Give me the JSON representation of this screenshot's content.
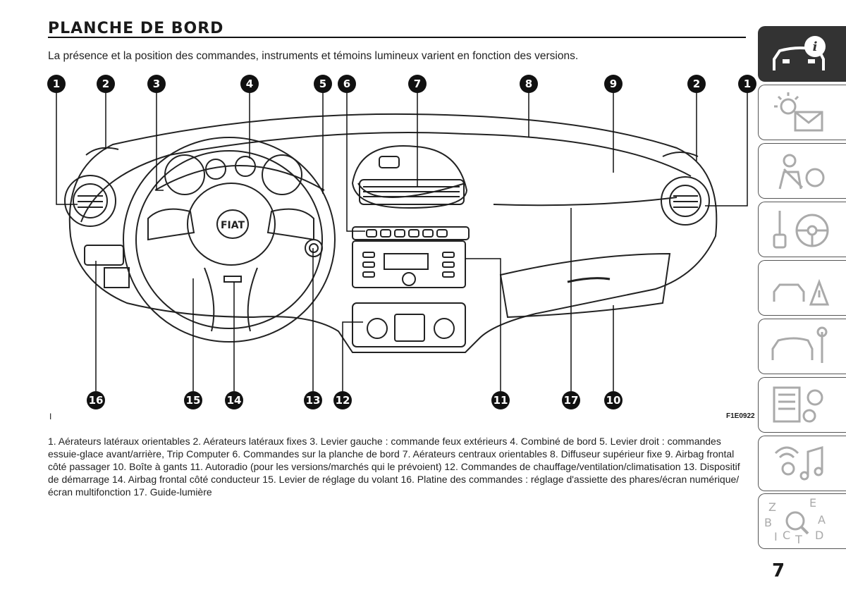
{
  "header": {
    "title": "PLANCHE DE BORD",
    "subtitle": "La présence et la position des commandes, instruments et témoins lumineux varient en fonction des versions."
  },
  "figure": {
    "left_marker": "I",
    "code": "F1E0922",
    "logo_text": "FIAT",
    "callouts_top": [
      "1",
      "2",
      "3",
      "4",
      "5",
      "6",
      "7",
      "8",
      "9",
      "2",
      "1"
    ],
    "callouts_bottom": [
      "16",
      "15",
      "14",
      "13",
      "12",
      "11",
      "17",
      "10"
    ]
  },
  "caption": "1. Aérateurs latéraux orientables 2. Aérateurs latéraux fixes 3. Levier gauche : commande feux extérieurs 4. Combiné de bord 5. Levier droit : commandes essuie-glace avant/arrière, Trip Computer 6. Commandes sur la planche de bord 7. Aérateurs centraux orientables 8. Diffuseur supérieur fixe 9. Airbag frontal côté passager 10. Boîte à gants 11. Autoradio (pour les versions/marchés qui le prévoient) 12. Commandes de chauffage/ventilation/climatisation 13. Dispositif de démarrage 14. Airbag frontal côté conducteur 15. Levier de réglage du volant 16. Platine des commandes : réglage d'assiette des phares/écran numérique/écran multifonction 17. Guide-lumière",
  "sidebar": {
    "tabs": [
      {
        "icon": "car-info-icon",
        "active": true
      },
      {
        "icon": "lights-mail-icon"
      },
      {
        "icon": "seatbelt-airbag-icon"
      },
      {
        "icon": "key-steering-wheel-icon"
      },
      {
        "icon": "car-warning-triangle-icon"
      },
      {
        "icon": "car-wrench-icon"
      },
      {
        "icon": "specs-gears-icon"
      },
      {
        "icon": "multimedia-icon"
      },
      {
        "icon": "index-letters-icon",
        "letters": [
          "Z",
          "E",
          "B",
          "A",
          "I",
          "C",
          "T",
          "D"
        ]
      }
    ]
  },
  "page": {
    "number": "7"
  }
}
